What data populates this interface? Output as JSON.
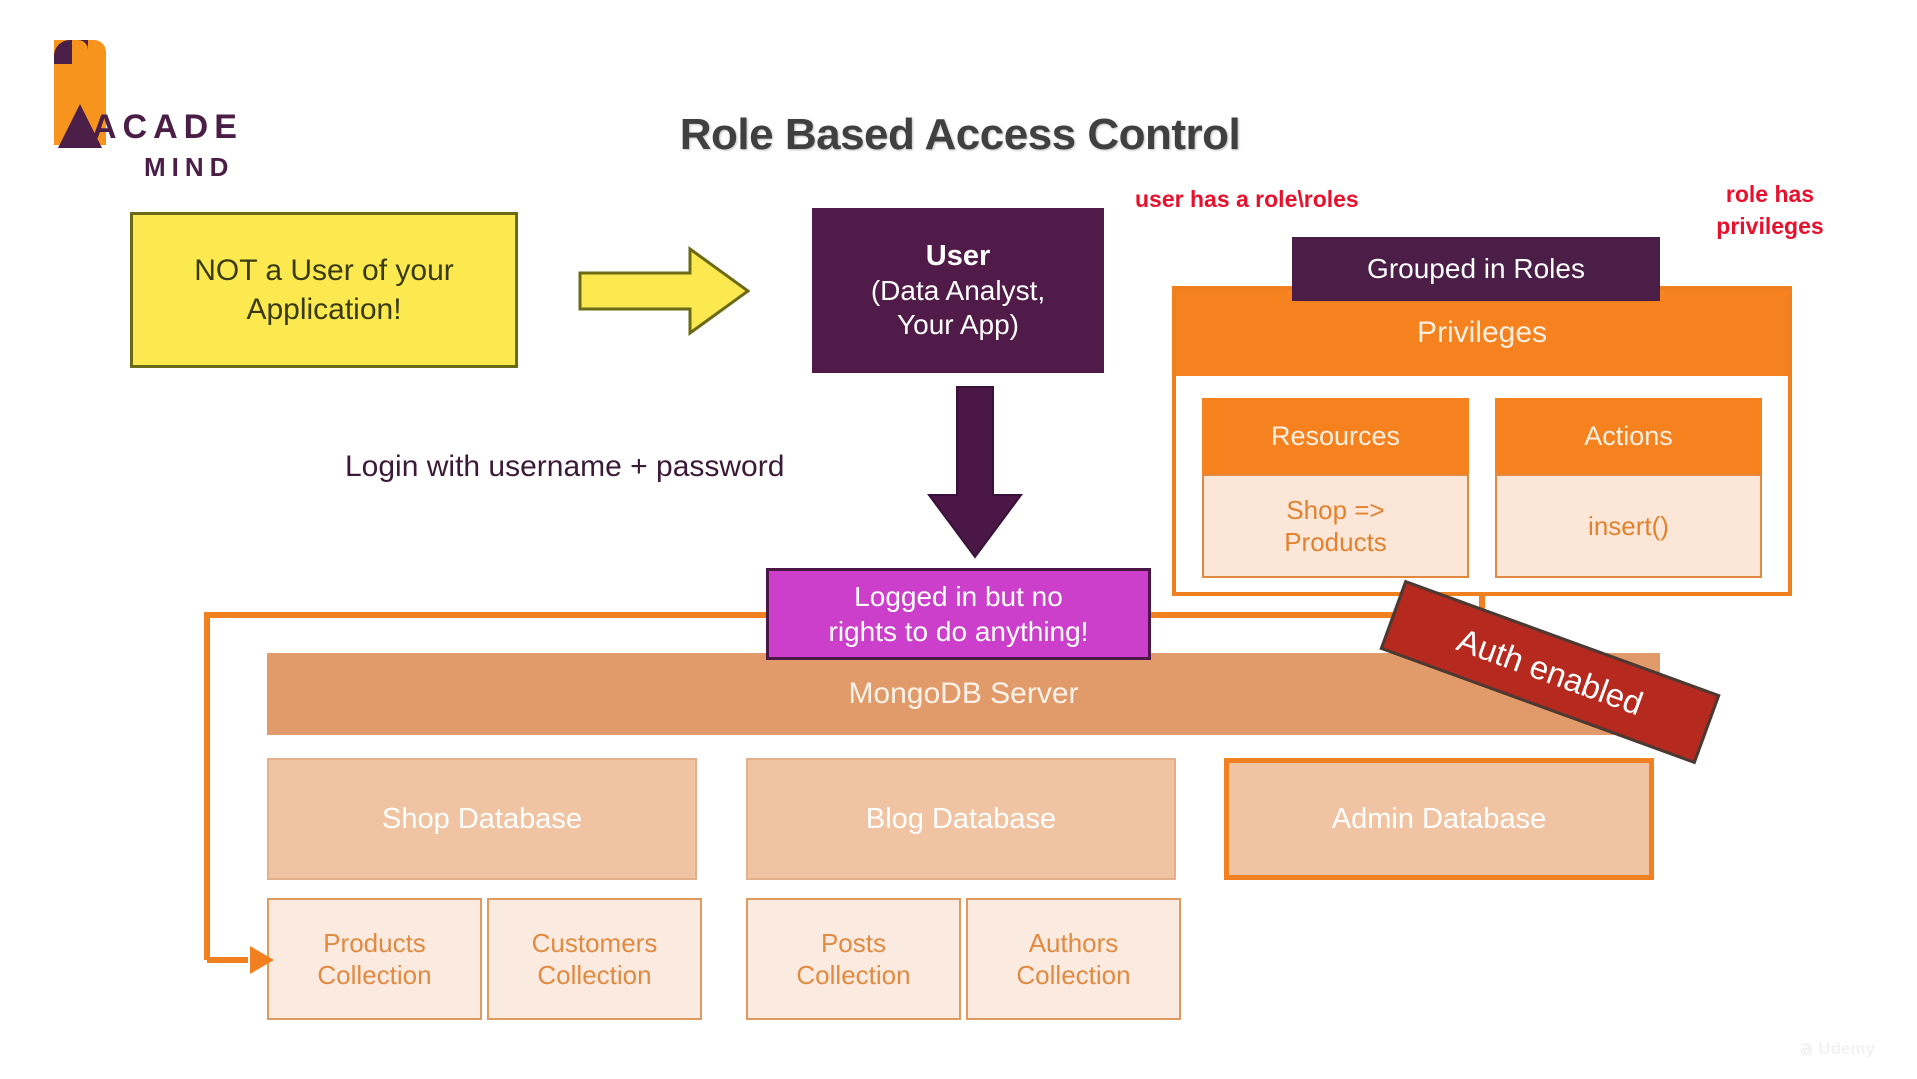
{
  "logo": {
    "line1": "ACADE",
    "line2": "MIND",
    "mark": "academind-flag-icon"
  },
  "title": "Role Based Access Control",
  "annotations": {
    "user_has_role": "user has a role\\roles",
    "role_has_privileges": "role has\nprivileges",
    "role_has_privileges_line1": "role has",
    "role_has_privileges_line2": "privileges"
  },
  "not_a_user_box": {
    "line1": "NOT a User of your",
    "line2": "Application!"
  },
  "user_box": {
    "title": "User",
    "line2": "(Data Analyst,",
    "line3": "Your App)"
  },
  "login_label": "Login with username + password",
  "logged_in_box": {
    "line1": "Logged in but no",
    "line2": "rights to do anything!"
  },
  "privileges": {
    "roles_badge": "Grouped in Roles",
    "header": "Privileges",
    "columns": [
      {
        "header": "Resources",
        "value_line1": "Shop =>",
        "value_line2": "Products"
      },
      {
        "header": "Actions",
        "value_line1": "insert()",
        "value_line2": ""
      }
    ]
  },
  "server": {
    "title": "MongoDB Server",
    "auth_banner": "Auth enabled",
    "databases": [
      {
        "name": "Shop Database",
        "highlighted": false
      },
      {
        "name": "Blog Database",
        "highlighted": false
      },
      {
        "name": "Admin Database",
        "highlighted": true
      }
    ],
    "collections": [
      {
        "line1": "Products",
        "line2": "Collection"
      },
      {
        "line1": "Customers",
        "line2": "Collection"
      },
      {
        "line1": "Posts",
        "line2": "Collection"
      },
      {
        "line1": "Authors",
        "line2": "Collection"
      }
    ]
  },
  "watermark": "Udemy",
  "colors": {
    "accent_orange": "#F5811F",
    "dark_purple": "#4B1E47",
    "magenta": "#CC3FCB",
    "yellow": "#FCE94F",
    "red_note": "#E8112D",
    "auth_red": "#B5291E",
    "server_tan": "#E19A69",
    "db_tan": "#F0C4A2",
    "collection_cream": "#FBEAE0",
    "title_gray": "#404040"
  }
}
